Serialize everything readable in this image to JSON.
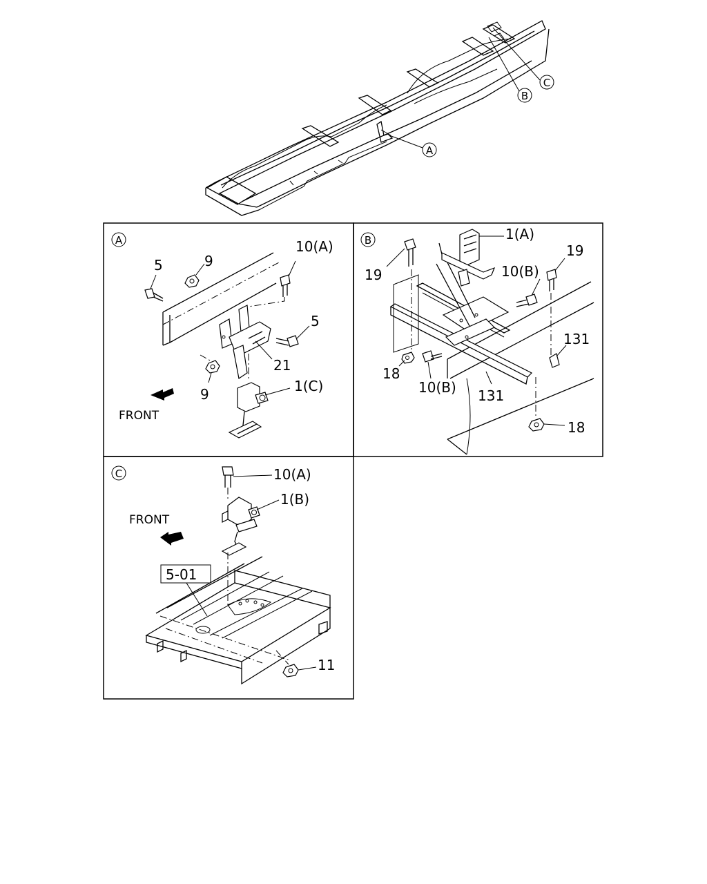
{
  "overview": {
    "callouts": {
      "a": "A",
      "b": "B",
      "c": "C"
    }
  },
  "panel_a": {
    "badge": "A",
    "labels": {
      "bolt_5_left": "5",
      "nut_9_top": "9",
      "bolt_10a": "10(A)",
      "bolt_5_right": "5",
      "bracket_21": "21",
      "nut_9_bottom": "9",
      "part_1c": "1(C)",
      "front": "FRONT"
    }
  },
  "panel_b": {
    "badge": "B",
    "labels": {
      "part_1a": "1(A)",
      "bolt_19_left": "19",
      "bolt_19_right": "19",
      "bolt_10b_top": "10(B)",
      "bracket_131_right": "131",
      "washer_18_left": "18",
      "bolt_10b_bottom": "10(B)",
      "bracket_131_bottom": "131",
      "nut_18_right": "18"
    }
  },
  "panel_c": {
    "badge": "C",
    "labels": {
      "bolt_10a": "10(A)",
      "part_1b": "1(B)",
      "front": "FRONT",
      "ref_box": "5-01",
      "nut_11": "11"
    }
  }
}
